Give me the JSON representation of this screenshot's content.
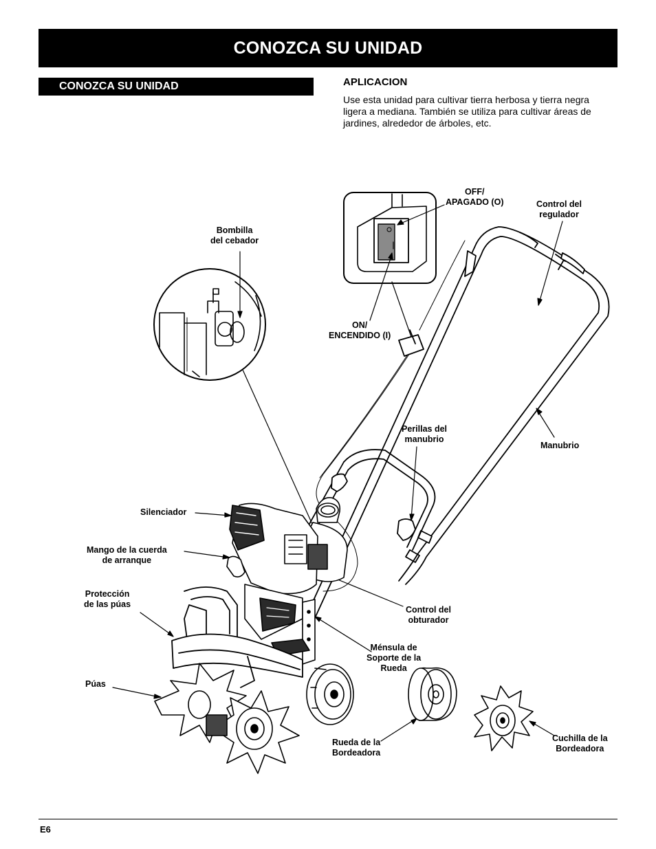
{
  "header": {
    "title": "CONOZCA SU UNIDAD"
  },
  "section": {
    "title": "CONOZCA SU UNIDAD"
  },
  "application": {
    "title": "APLICACION",
    "text": "Use esta unidad para cultivar tierra herbosa y tierra negra ligera a mediana. También se utiliza para cultivar áreas de jardines, alrededor de árboles, etc."
  },
  "labels": {
    "off_switch": "OFF/\nAPAGADO (O)",
    "throttle_control": "Control del\nregulador",
    "primer_bulb": "Bombilla\ndel cebador",
    "on_switch": "ON/\nENCENDIDO (I)",
    "handle_knobs": "Perillas del\nmanubrio",
    "handlebar": "Manubrio",
    "muffler": "Silenciador",
    "starter_handle": "Mango de la cuerda\nde arranque",
    "tine_shield": "Protección\nde las púas",
    "choke_control": "Control del\nobturador",
    "wheel_bracket": "Ménsula de\nSoporte de la\nRueda",
    "tines": "Púas",
    "edger_wheel": "Rueda de la\nBordeadora",
    "edger_blade": "Cuchilla de la\nBordeadora"
  },
  "footer": {
    "page": "E6"
  }
}
